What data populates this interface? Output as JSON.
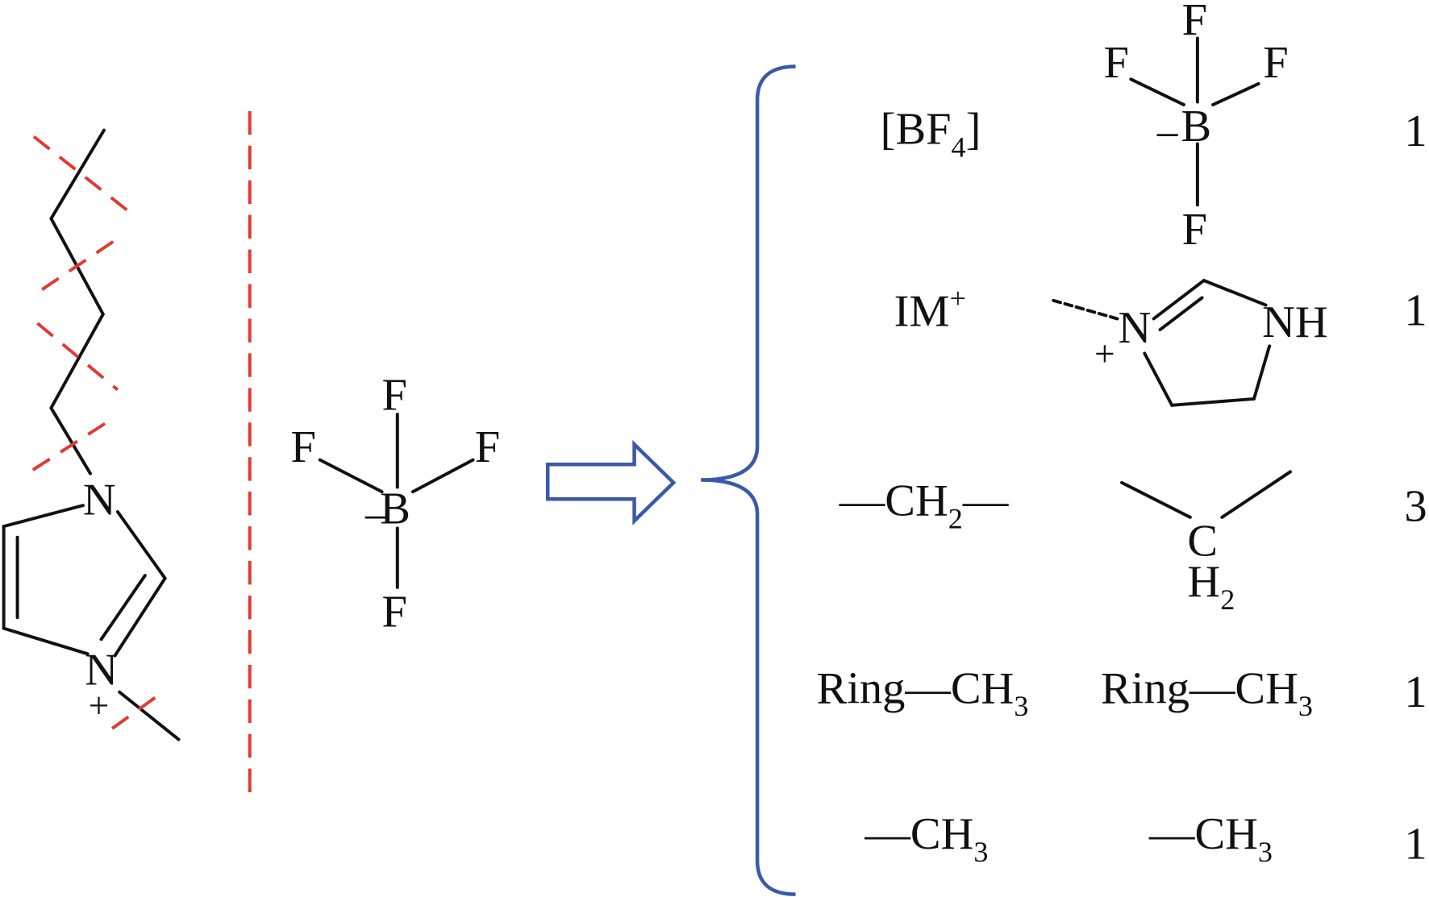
{
  "cation": {
    "n1": "N",
    "n3": "N",
    "charge": "+"
  },
  "anion": {
    "boron": "B",
    "charge": "−",
    "fluorine": "F"
  },
  "colors": {
    "bond": "#111111",
    "cut": "#e03a32",
    "arrow": "#3a5aa8"
  },
  "rows": [
    {
      "name": "[BF",
      "name_sub": "4",
      "name_end": "]",
      "structure": {
        "center": "B",
        "charge": "−",
        "fluorine": "F"
      },
      "count": "1"
    },
    {
      "name": "IM",
      "name_sup": "+",
      "structure": {
        "n": "N",
        "nh": "NH",
        "charge": "+"
      },
      "count": "1"
    },
    {
      "name": "—CH",
      "name_sub": "2",
      "name_end": "—",
      "structure": {
        "c": "C",
        "h": "H",
        "h_sub": "2"
      },
      "count": "3"
    },
    {
      "name": "Ring—CH",
      "name_sub": "3",
      "structure": {
        "text": "Ring—CH",
        "sub": "3"
      },
      "count": "1"
    },
    {
      "name": "—CH",
      "name_sub": "3",
      "structure": {
        "text": "—CH",
        "sub": "3"
      },
      "count": "1"
    }
  ]
}
